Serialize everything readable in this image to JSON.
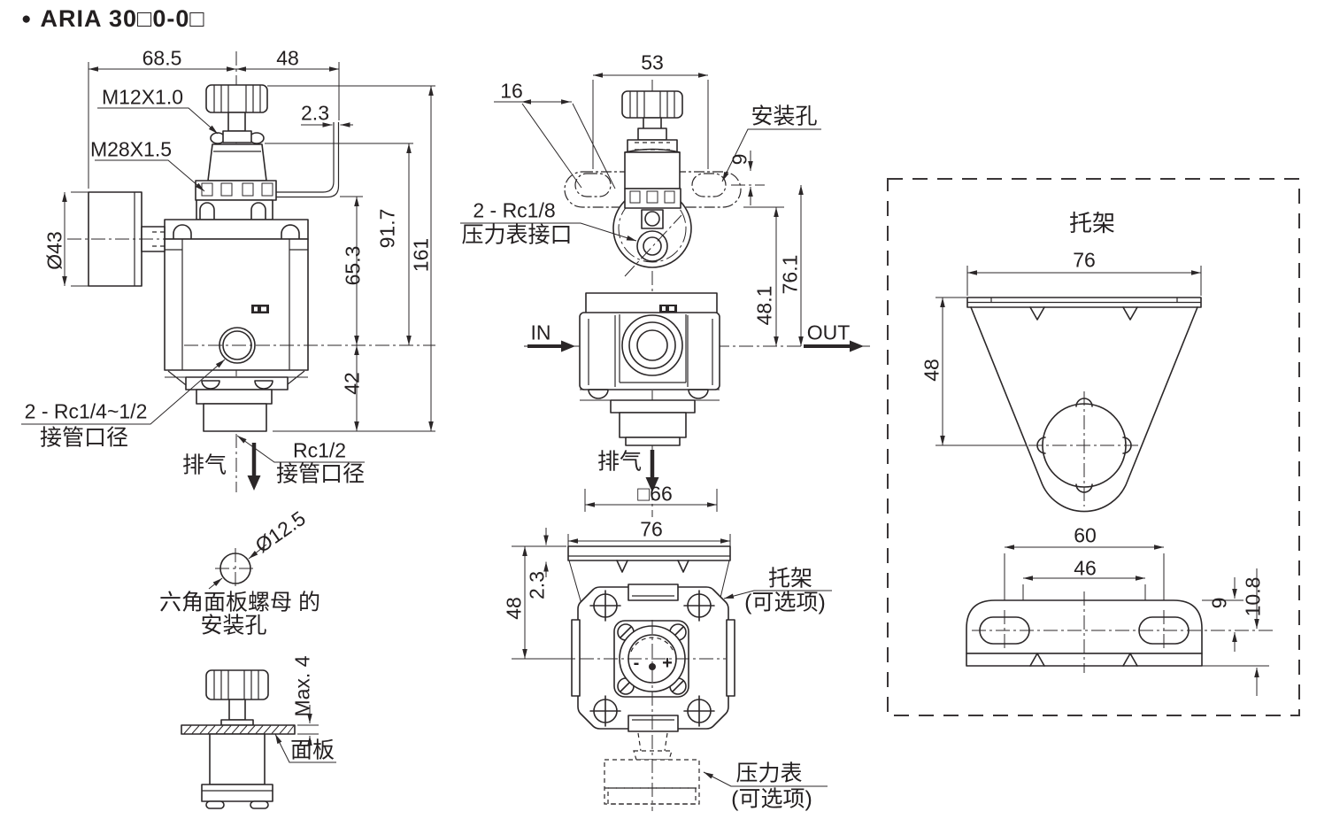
{
  "colors": {
    "line": "#2b2728",
    "background": "#ffffff"
  },
  "title": {
    "bullet": "●",
    "text": "ARIA 30□0-0□"
  },
  "left_view": {
    "dim_68_5": "68.5",
    "dim_48": "48",
    "dim_2_3": "2.3",
    "thread_knob": "M12X1.0",
    "thread_bonnet": "M28X1.5",
    "gauge_dia": "Ø43",
    "dim_65_3": "65.3",
    "dim_91_7": "91.7",
    "dim_161": "161",
    "dim_42": "42",
    "port_spec": "2 - Rc1/4~1/2",
    "port_label": "接管口径",
    "exhaust": "排气",
    "drain_spec": "Rc1/2",
    "drain_label": "接管口径"
  },
  "front_view": {
    "dim_53": "53",
    "dim_16": "16",
    "mount_hole": "安装孔",
    "dim_9": "9",
    "gauge_port_spec": "2 - Rc1/8",
    "gauge_port_label": "压力表接口",
    "dim_76_1": "76.1",
    "dim_48_1": "48.1",
    "in_label": "IN",
    "out_label": "OUT",
    "exhaust": "排气",
    "body_square": "□66",
    "dim_76": "76"
  },
  "top_view": {
    "dim_2_3": "2.3",
    "dim_48": "48",
    "bracket": "托架",
    "bracket_note": "(可选项)",
    "minus": "-",
    "plus": "+",
    "gauge": "压力表",
    "gauge_note": "(可选项)"
  },
  "panel_mount": {
    "dia": "Ø12.5",
    "caption_line1": "六角面板螺母 的",
    "caption_line2": "安装孔",
    "max_thickness": "Max. 4",
    "panel": "面板"
  },
  "bracket_detail": {
    "title": "托架",
    "dim_76": "76",
    "dim_48": "48",
    "dim_60": "60",
    "dim_46": "46",
    "dim_9": "9",
    "dim_10_8": "10.8"
  }
}
